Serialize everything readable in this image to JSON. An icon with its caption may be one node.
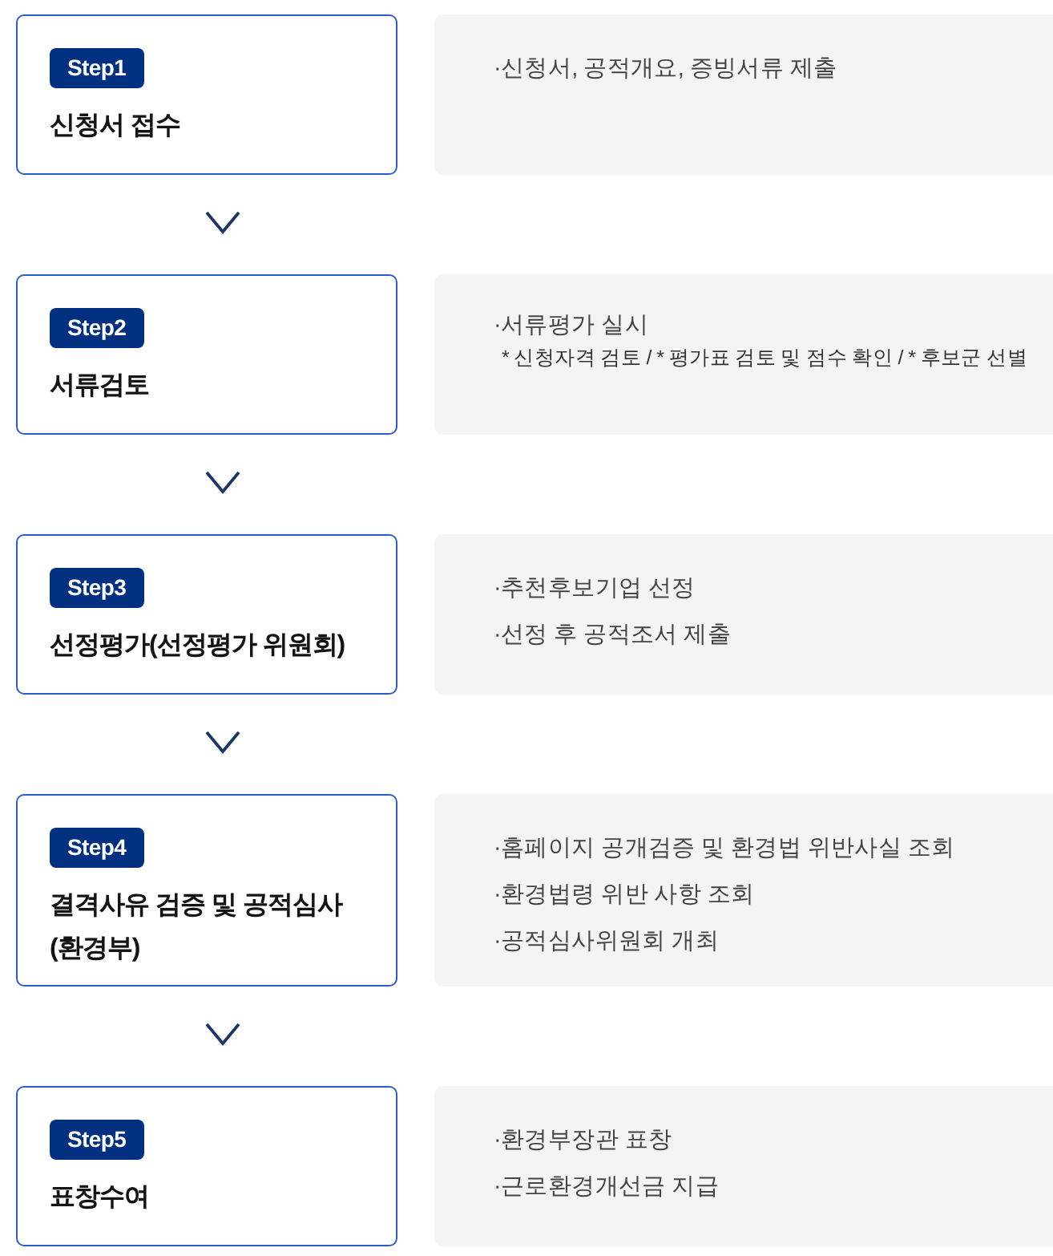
{
  "diagram": {
    "nodes": [
      {
        "text": [
          "Step1",
          "신청서 접수"
        ]
      },
      {
        "text": [
          "·신청서, 공적개요, 증빙서류 제출"
        ]
      },
      {
        "text": [
          "Step2",
          "서류검토"
        ]
      },
      {
        "text": [
          "·서류평가 실시",
          "* 신청자격 검토 / * 평가표 검토 및 점수 확인 / * 후보군 선별"
        ]
      },
      {
        "text": [
          "Step3",
          "선정평가(선정평가 위원회)"
        ]
      },
      {
        "text": [
          "·추천후보기업 선정",
          "·선정 후 공적조서 제출"
        ]
      },
      {
        "text": [
          "Step4",
          "결격사유 검증 및 공적심사 (환경부)"
        ]
      },
      {
        "text": [
          "·홈페이지 공개검증 및 환경법 위반사실 조회",
          "·환경법령 위반 사항 조회",
          "·공적심사위원회 개최"
        ]
      },
      {
        "text": [
          "Step5",
          "표창수여"
        ]
      },
      {
        "text": [
          "·환경부장관 표창",
          "·근로환경개선금 지급"
        ]
      }
    ],
    "edges": [
      {
        "from": 0,
        "to": 2,
        "arrow": "to"
      },
      {
        "from": 2,
        "to": 4,
        "arrow": "to"
      },
      {
        "from": 4,
        "to": 6,
        "arrow": "to"
      },
      {
        "from": 6,
        "to": 8,
        "arrow": "to"
      }
    ]
  }
}
